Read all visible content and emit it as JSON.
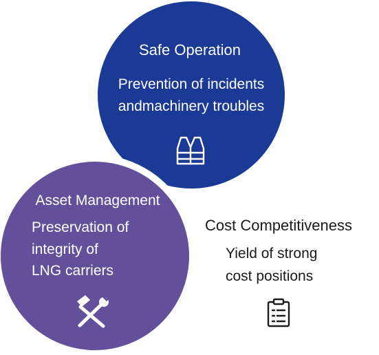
{
  "colors": {
    "safe_operation": "#1b3a96",
    "asset_management": "#62509a",
    "cost_competitiveness": "#ffffff",
    "background": "#ffffff",
    "text_light": "#ffffff",
    "text_dark": "#1a1a1a"
  },
  "circles": {
    "safe_operation": {
      "title": "Safe Operation",
      "line1": "Prevention of incidents",
      "line2": "andmachinery troubles",
      "icon": "life-vest-icon"
    },
    "asset_management": {
      "title": "Asset Management",
      "line1": "Preservation of",
      "line2": "integrity of",
      "line3": "LNG carriers",
      "icon": "hammer-wrench-icon"
    },
    "cost_competitiveness": {
      "title": "Cost Competitiveness",
      "line1": "Yield of strong",
      "line2": "cost positions",
      "icon": "clipboard-checklist-icon"
    }
  }
}
